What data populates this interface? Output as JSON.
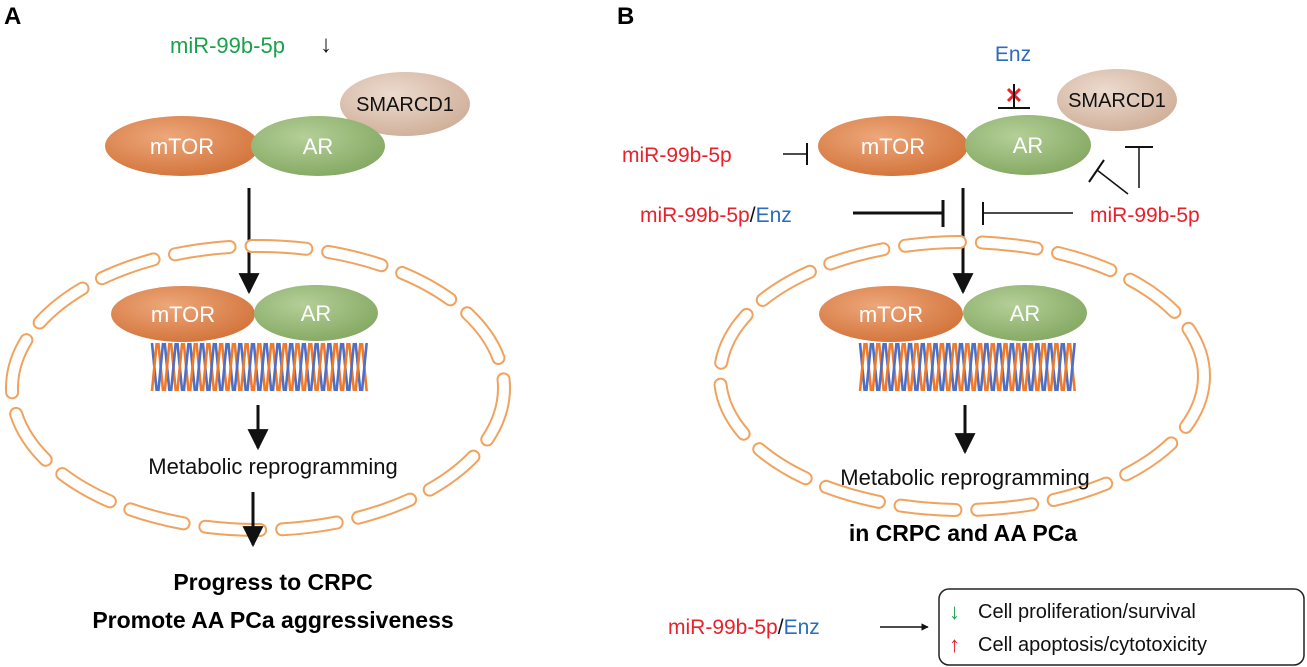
{
  "panel_a": {
    "label": "A",
    "mirna": "miR-99b-5p",
    "down_arrow": "↓",
    "smarcd1": "SMARCD1",
    "mtor": "mTOR",
    "ar": "AR",
    "mtor_nuclear": "mTOR",
    "ar_nuclear": "AR",
    "metabolic": "Metabolic reprogramming",
    "outcome_line1": "Progress to CRPC",
    "outcome_line2": "Promote AA PCa aggressiveness"
  },
  "panel_b": {
    "label": "B",
    "enz_top": "Enz",
    "inhibit_mark": "✕",
    "smarcd1": "SMARCD1",
    "mirna_left": "miR-99b-5p",
    "mtor": "mTOR",
    "ar": "AR",
    "combo_mirna": "miR-99b-5p",
    "combo_sep": "/",
    "combo_enz": "Enz",
    "mirna_right": "miR-99b-5p",
    "mtor_nuclear": "mTOR",
    "ar_nuclear": "AR",
    "metabolic": "Metabolic reprogramming",
    "context": "in CRPC and AA PCa"
  },
  "legend": {
    "treatment_mirna": "miR-99b-5p",
    "treatment_sep": "/",
    "treatment_enz": "Enz",
    "down_arrow": "↓",
    "up_arrow": "↑",
    "effect1": "Cell proliferation/survival",
    "effect2": "Cell apoptosis/cytotoxicity"
  },
  "colors": {
    "mtor": "#d9834f",
    "ar": "#8fb36e",
    "smarcd1": "#d8bcaa",
    "nucleus_outline": "#f0a35e",
    "dna_blue": "#4e6fc4",
    "dna_orange": "#f07a2a",
    "mirna_green": "#1aa14b",
    "mirna_red": "#e8212b",
    "enz_blue": "#2b6cc0"
  }
}
